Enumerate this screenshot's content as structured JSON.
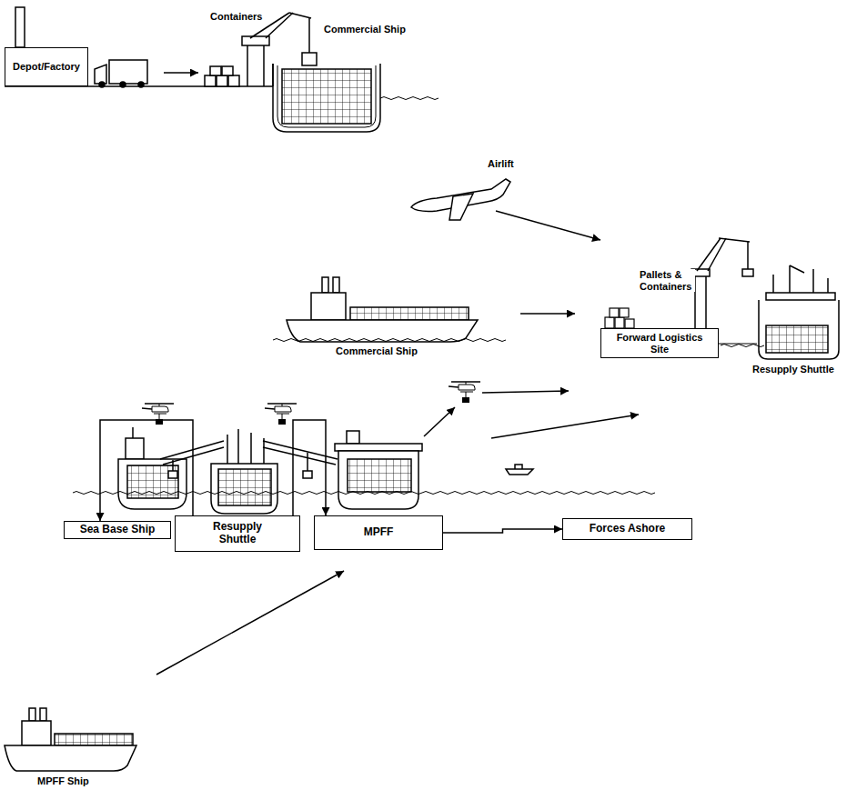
{
  "diagram": {
    "nodes": [
      {
        "text": [
          "Depot/Factory"
        ]
      },
      {
        "text": [
          "Forward Logistics Site"
        ]
      },
      {
        "text": [
          "Sea Base Ship"
        ]
      },
      {
        "text": [
          "Resupply Shuttle"
        ]
      },
      {
        "text": [
          "MPFF"
        ]
      },
      {
        "text": [
          "Forces Ashore"
        ]
      }
    ],
    "edges": [
      {
        "from": 3,
        "to": 2,
        "arrow": "to"
      },
      {
        "from": 3,
        "to": 4,
        "arrow": "to"
      },
      {
        "from": 4,
        "to": 5,
        "arrow": "to"
      }
    ],
    "labels": [
      "Containers",
      "Commercial Ship",
      "Airlift",
      "Commercial Ship",
      "Pallets & Containers",
      "Resupply Shuttle",
      "MPFF Ship"
    ]
  }
}
